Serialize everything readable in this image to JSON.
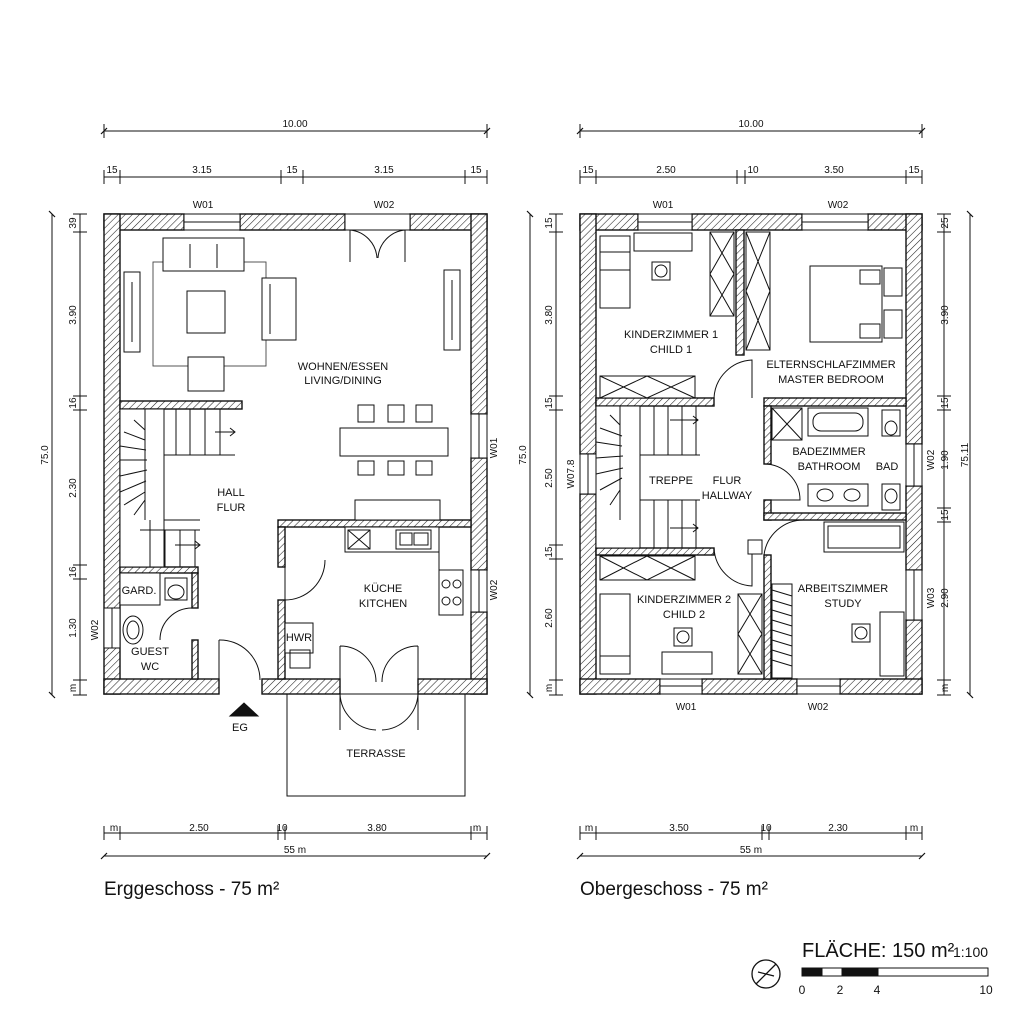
{
  "ground_floor": {
    "caption": "Erggeschoss - 75 m²",
    "dims_top": {
      "total": "10.00",
      "seg1": "15",
      "seg2": "3.15",
      "seg3": "15",
      "seg4": "3.15",
      "seg5": "15"
    },
    "dims_left": {
      "total": "75.0",
      "a": "3.90",
      "b": "16",
      "c": "2.30",
      "d": "16",
      "e": "1.30",
      "f": "m",
      "g": "39"
    },
    "dims_bottom": {
      "total": "55 m",
      "a": "m",
      "b": "2.50",
      "c": "10",
      "d": "3.80",
      "e": "m"
    },
    "windows": {
      "w01_top": "W01",
      "w02_top": "W02",
      "w01_right": "W01",
      "w02_right": "W02",
      "w02_left": "W02"
    },
    "rooms": {
      "living_de": "WOHNEN/ESSEN",
      "living_en": "LIVING/DINING",
      "hall_en": "HALL",
      "hall_de": "FLUR",
      "kitchen_de": "KÜCHE",
      "kitchen_en": "KITCHEN",
      "gard": "GARD.",
      "wc_1": "GUEST",
      "wc_2": "WC",
      "hwr": "HWR",
      "terrace": "TERRASSE",
      "entrance": "EG"
    }
  },
  "upper_floor": {
    "caption": "Obergeschoss - 75 m²",
    "dims_top": {
      "total": "10.00",
      "seg1": "15",
      "seg2": "2.50",
      "seg3": "10",
      "seg4": "3.50",
      "seg5": "15"
    },
    "dims_left": {
      "total": "75.0",
      "a": "3.80",
      "b": "15",
      "c": "2.50",
      "d": "15",
      "e": "2.60",
      "f": "m",
      "g": "15"
    },
    "dims_right": {
      "total": "75.11",
      "a": "3.90",
      "b": "15",
      "c": "1.90",
      "d": "15",
      "e": "2.90",
      "f": "m",
      "g": "25"
    },
    "dims_bottom": {
      "total": "55 m",
      "a": "m",
      "b": "3.50",
      "c": "10",
      "d": "2.30",
      "e": "m"
    },
    "windows": {
      "w01_top": "W01",
      "w02_top": "W02",
      "w01_bottom": "W01",
      "w02_bottom": "W02",
      "w02_right": "W02",
      "w03_right": "W03",
      "w07_left": "W07.8"
    },
    "rooms": {
      "child1_de": "KINDERZIMMER 1",
      "child1_en": "CHILD 1",
      "master_de": "ELTERNSCHLAFZIMMER",
      "master_en": "MASTER BEDROOM",
      "stairs": "TREPPE",
      "flur_de": "FLUR",
      "flur_en": "HALLWAY",
      "bath_de": "BADEZIMMER",
      "bath_en": "BATHROOM",
      "bad": "BAD",
      "child2_de": "KINDERZIMMER 2",
      "child2_en": "CHILD 2",
      "study_de": "ARBEITSZIMMER",
      "study_en": "STUDY"
    }
  },
  "legend": {
    "area_label": "FLÄCHE: 150 m²",
    "scale": "1:100",
    "scale_ticks": [
      "0",
      "2",
      "4",
      "10"
    ]
  }
}
